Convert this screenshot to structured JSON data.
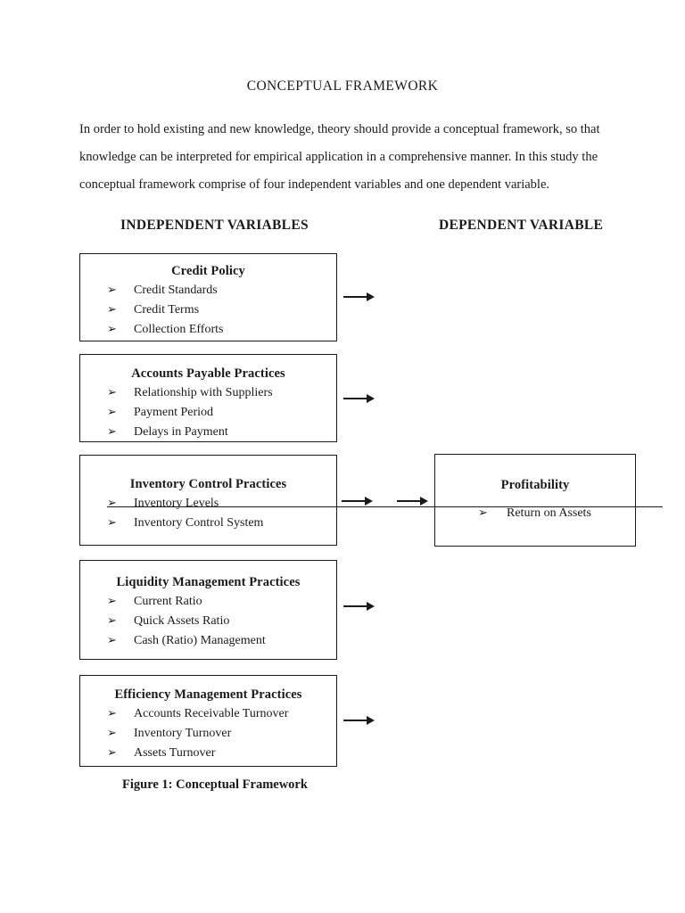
{
  "document": {
    "title": "CONCEPTUAL FRAMEWORK",
    "paragraph_lines": [
      "In order to hold existing and new knowledge, theory should provide a conceptual framework, so that",
      "knowledge can be interpreted for empirical application in a comprehensive manner. In this study the",
      "conceptual framework comprise of four independent variables and one dependent variable."
    ],
    "figure_caption": "Figure 1: Conceptual Framework"
  },
  "headers": {
    "independent": "INDEPENDENT VARIABLES",
    "dependent": "DEPENDENT VARIABLE"
  },
  "bullet_glyph": "➢",
  "colors": {
    "ink": "#1a1a1a",
    "page_background": "#ffffff",
    "box_border": "#1a1a1a"
  },
  "independent_variables": [
    {
      "title": "Credit Policy",
      "items": [
        "Credit Standards",
        "Credit Terms",
        "Collection Efforts"
      ]
    },
    {
      "title": "Accounts Payable Practices",
      "items": [
        "Relationship with Suppliers",
        "Payment Period",
        "Delays in Payment"
      ]
    },
    {
      "title": "Inventory Control Practices",
      "items": [
        "Inventory Levels",
        "Inventory Control System"
      ]
    },
    {
      "title": "Liquidity Management Practices",
      "items": [
        "Current Ratio",
        "Quick Assets Ratio",
        "Cash (Ratio) Management"
      ]
    },
    {
      "title": "Efficiency Management Practices",
      "items": [
        "Accounts Receivable Turnover",
        "Inventory Turnover",
        "Assets Turnover"
      ]
    }
  ],
  "dependent_variable": {
    "title": "Profitability",
    "items": [
      "Return on Assets"
    ]
  },
  "connectors": {
    "arrow_count": 6,
    "arrow_glyph": "right-arrow"
  }
}
